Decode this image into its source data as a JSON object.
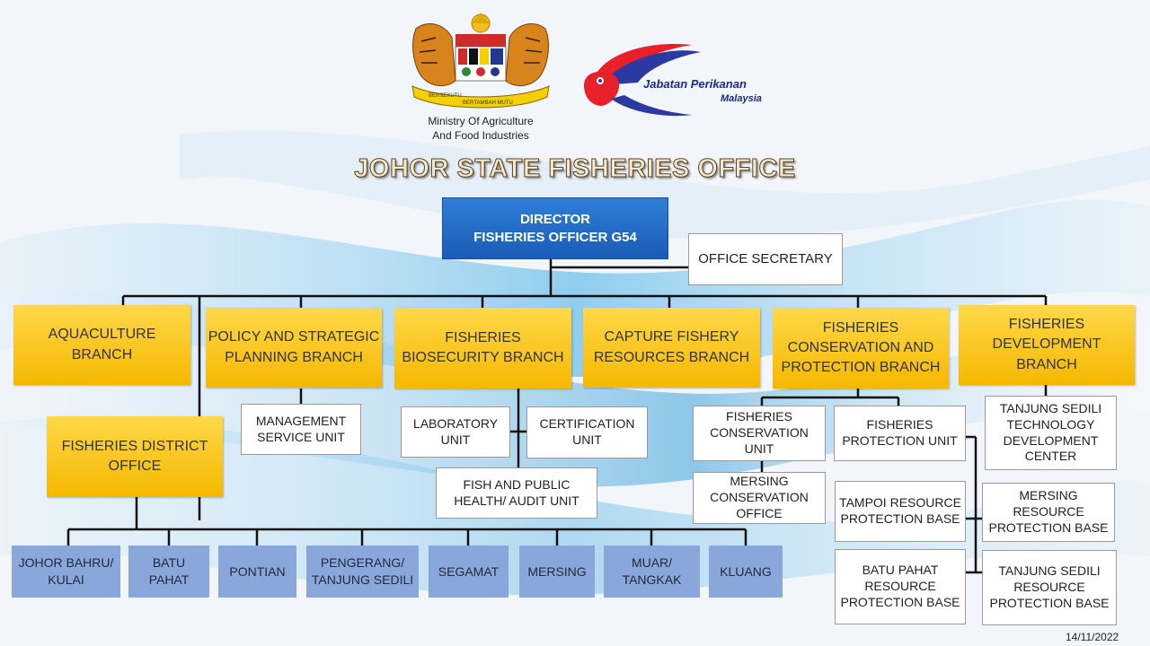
{
  "header": {
    "ministry": "Ministry Of Agriculture\nAnd Food Industries",
    "crest_motto_top": "BERSEKUTU",
    "crest_motto_bottom": "BERTAMBAH MUTU",
    "agency_logo_name": "Jabatan Perikanan",
    "agency_logo_country": "Malaysia",
    "title": "JOHOR STATE FISHERIES OFFICE",
    "crest_icon": "malaysia-coat-of-arms",
    "agency_icon": "fish-logo"
  },
  "org": {
    "director": "DIRECTOR\nFISHERIES OFFICER G54",
    "secretary": "OFFICE SECRETARY",
    "branches": {
      "aquaculture": "AQUACULTURE\nBRANCH",
      "policy": "POLICY AND STRATEGIC\nPLANNING BRANCH",
      "biosecurity": "FISHERIES\nBIOSECURITY BRANCH",
      "capture": "CAPTURE FISHERY\nRESOURCES BRANCH",
      "conservation": "FISHERIES\nCONSERVATION AND\nPROTECTION BRANCH",
      "development": "FISHERIES\nDEVELOPMENT\nBRANCH"
    },
    "district_office": "FISHERIES DISTRICT\nOFFICE",
    "management_unit": "MANAGEMENT\nSERVICE UNIT",
    "laboratory_unit": "LABORATORY\nUNIT",
    "certification_unit": "CERTIFICATION\nUNIT",
    "audit_unit": "FISH AND PUBLIC\nHEALTH/ AUDIT UNIT",
    "conservation_unit": "FISHERIES\nCONSERVATION\nUNIT",
    "protection_unit": "FISHERIES\nPROTECTION UNIT",
    "mersing_conservation": "MERSING\nCONSERVATION\nOFFICE",
    "tampoi_base": "TAMPOI RESOURCE\nPROTECTION BASE",
    "batu_pahat_base": "BATU PAHAT\nRESOURCE\nPROTECTION BASE",
    "sedili_center": "TANJUNG SEDILI\nTECHNOLOGY\nDEVELOPMENT\nCENTER",
    "mersing_base": "MERSING\nRESOURCE\nPROTECTION BASE",
    "sedili_base": "TANJUNG SEDILI\nRESOURCE\nPROTECTION BASE",
    "districts": [
      "JOHOR BAHRU/\nKULAI",
      "BATU\nPAHAT",
      "PONTIAN",
      "PENGERANG/\nTANJUNG SEDILI",
      "SEGAMAT",
      "MERSING",
      "MUAR/\nTANGKAK",
      "KLUANG"
    ]
  },
  "footer": {
    "date": "14/11/2022"
  },
  "colors": {
    "director": "#1f66c2",
    "branch": "#f8c31a",
    "district": "#8aa7dc",
    "unit": "#ffffff",
    "line": "#111111"
  }
}
